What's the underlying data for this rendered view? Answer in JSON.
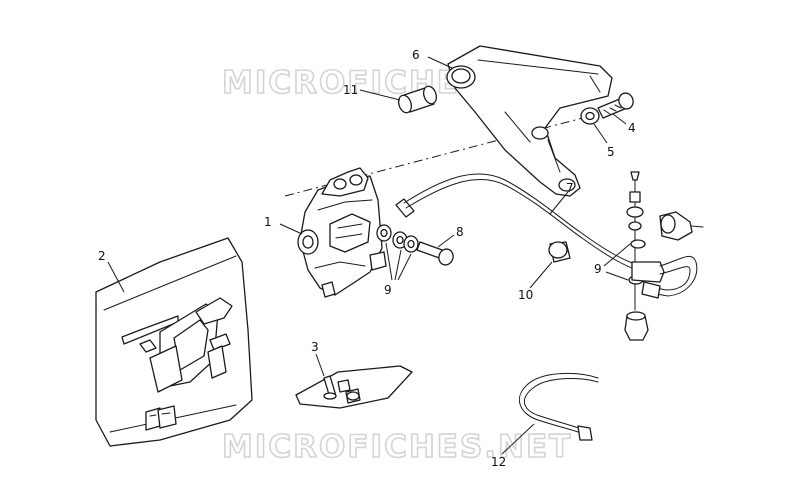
{
  "watermark": {
    "text": "MICROFICHES.NET"
  },
  "callouts": {
    "c1": "1",
    "c2": "2",
    "c3": "3",
    "c4": "4",
    "c5": "5",
    "c6": "6",
    "c7": "7",
    "c8": "8",
    "c9a": "9",
    "c9b": "9",
    "c10": "10",
    "c11": "11",
    "c12": "12"
  }
}
